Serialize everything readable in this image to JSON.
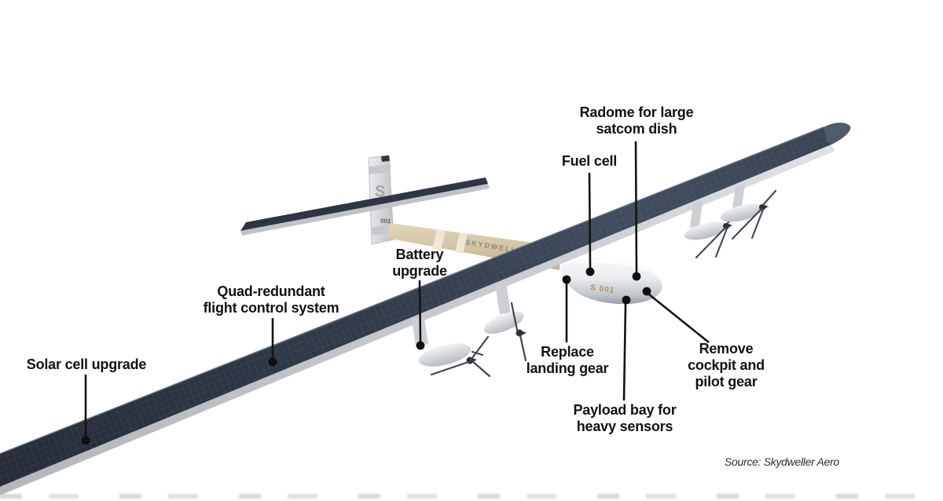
{
  "annotations": {
    "radome": "Radome for large\nsatcom dish",
    "fuel_cell": "Fuel cell",
    "battery": "Battery\nupgrade",
    "flight_control": "Quad-redundant\nflight control system",
    "solar_cell": "Solar cell upgrade",
    "landing_gear": "Replace\nlanding gear",
    "payload_bay": "Payload bay for\nheavy sensors",
    "cockpit": "Remove\ncockpit and\npilot gear"
  },
  "aircraft_markings": {
    "tail_letter": "S",
    "tail_number": "001",
    "boom_name": "SKYDWELLER",
    "fuselage_code": "S 001"
  },
  "credit": {
    "source": "Source: Skydweller Aero"
  },
  "colors": {
    "wing_solar": "#303947",
    "wing_underside": "#c3c6c9",
    "tail_boom": "#d3c4a4",
    "fuselage_pod": "#e9ebed",
    "label_text": "#121212",
    "leader_line": "#141414"
  }
}
